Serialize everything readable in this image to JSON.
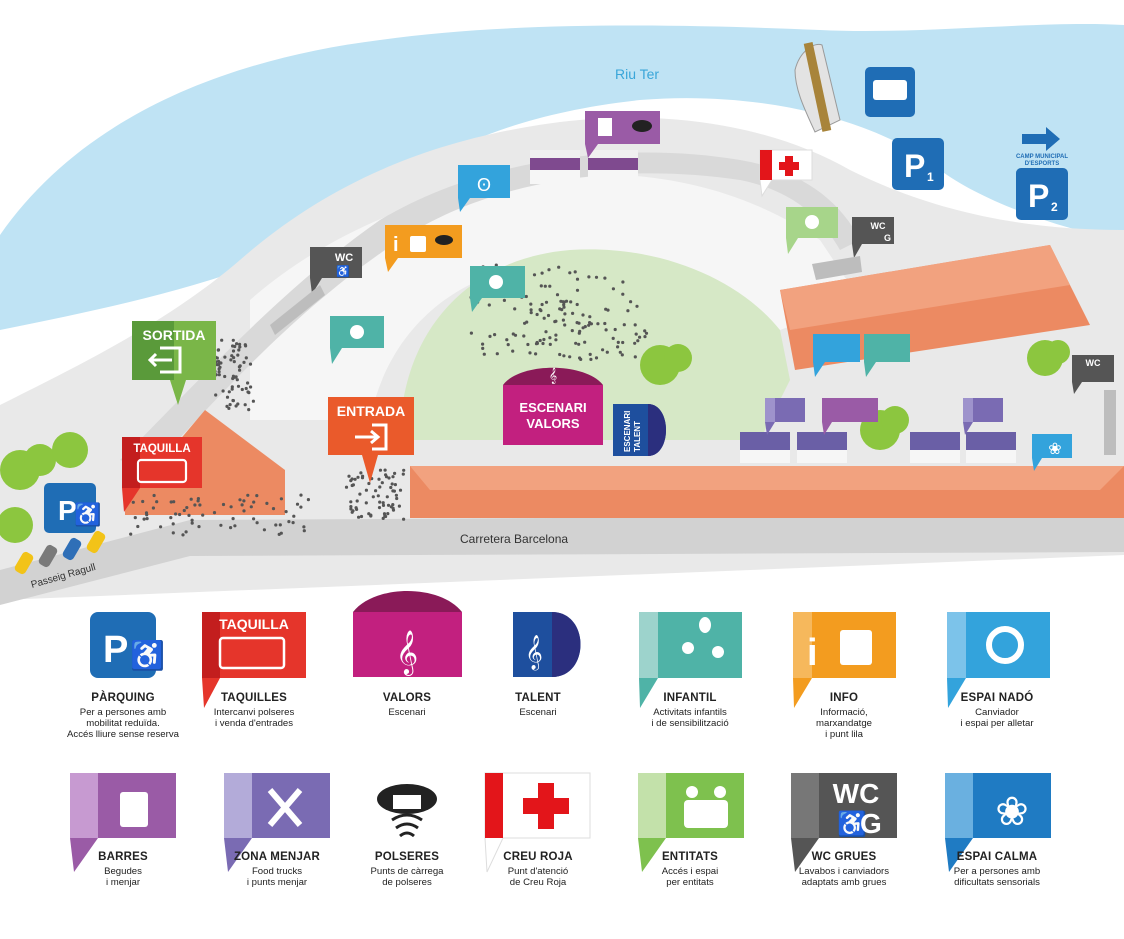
{
  "map": {
    "river_label": "Riu Ter",
    "road_label": "Carretera Barcelona",
    "street_label": "Passeig Ragull",
    "camp_label": "CAMP MUNICIPAL\nD'ESPORTS",
    "exit_label": "SORTIDA",
    "entry_label": "ENTRADA",
    "ticket_label": "TAQUILLA",
    "stage_main": "ESCENARI\nVALORS",
    "stage_talent": "ESCENARI\nTALENT",
    "parking_1": "P",
    "parking_1_sub": "1",
    "parking_2": "P",
    "parking_2_sub": "2",
    "wc": "WC",
    "wc_g": "G"
  },
  "legend": {
    "row1": [
      {
        "title": "PÀRQUING",
        "desc": "Per a persones amb\nmobilitat reduïda.\nAccés lliure sense reserva"
      },
      {
        "title": "TAQUILLES",
        "desc": "Intercanvi polseres\ni venda d'entrades",
        "badge": "TAQUILLA"
      },
      {
        "title": "VALORS",
        "desc": "Escenari"
      },
      {
        "title": "TALENT",
        "desc": "Escenari"
      },
      {
        "title": "INFANTIL",
        "desc": "Activitats infantils\ni de sensibilització"
      },
      {
        "title": "INFO",
        "desc": "Informació,\nmarxandatge\ni punt lila"
      },
      {
        "title": "ESPAI NADÓ",
        "desc": "Canviador\ni espai per alletar"
      }
    ],
    "row2": [
      {
        "title": "BARRES",
        "desc": "Begudes\ni menjar"
      },
      {
        "title": "ZONA MENJAR",
        "desc": "Food trucks\ni punts menjar"
      },
      {
        "title": "POLSERES",
        "desc": "Punts de càrrega\nde polseres"
      },
      {
        "title": "CREU ROJA",
        "desc": "Punt d'atenció\nde Creu Roja"
      },
      {
        "title": "ENTITATS",
        "desc": "Accés i espai\nper entitats"
      },
      {
        "title": "WC GRUES",
        "desc": "Lavabos i canviadors\nadaptats amb grues",
        "badge_wc": "WC",
        "badge_g": "G"
      },
      {
        "title": "ESPAI CALMA",
        "desc": "Per a persones amb\ndificultats sensorials"
      }
    ]
  },
  "colors": {
    "river": "#bfe3f4",
    "river_text": "#3aa6d9",
    "ground": "#e9e9e9",
    "path": "#d8d8d8",
    "lawn": "#d6e8c6",
    "building": "#ec8a62",
    "parking_blue": "#1f6db5",
    "taquilla_red": "#e5352b",
    "valors_magenta": "#c2207f",
    "talent_blue": "#1e4f9e",
    "infantil_teal": "#4fb3a7",
    "info_orange": "#f39c1f",
    "nado_blue": "#33a3dc",
    "barres_purple": "#9a5ba6",
    "menjar_purple": "#7a6bb3",
    "creu_red": "#e3151a",
    "entitats_green": "#7ec14e",
    "wc_gray": "#555555",
    "calma_blue": "#1f7bc3",
    "sortida_green": "#7ab648",
    "entrada_orange": "#ea5a2b"
  }
}
